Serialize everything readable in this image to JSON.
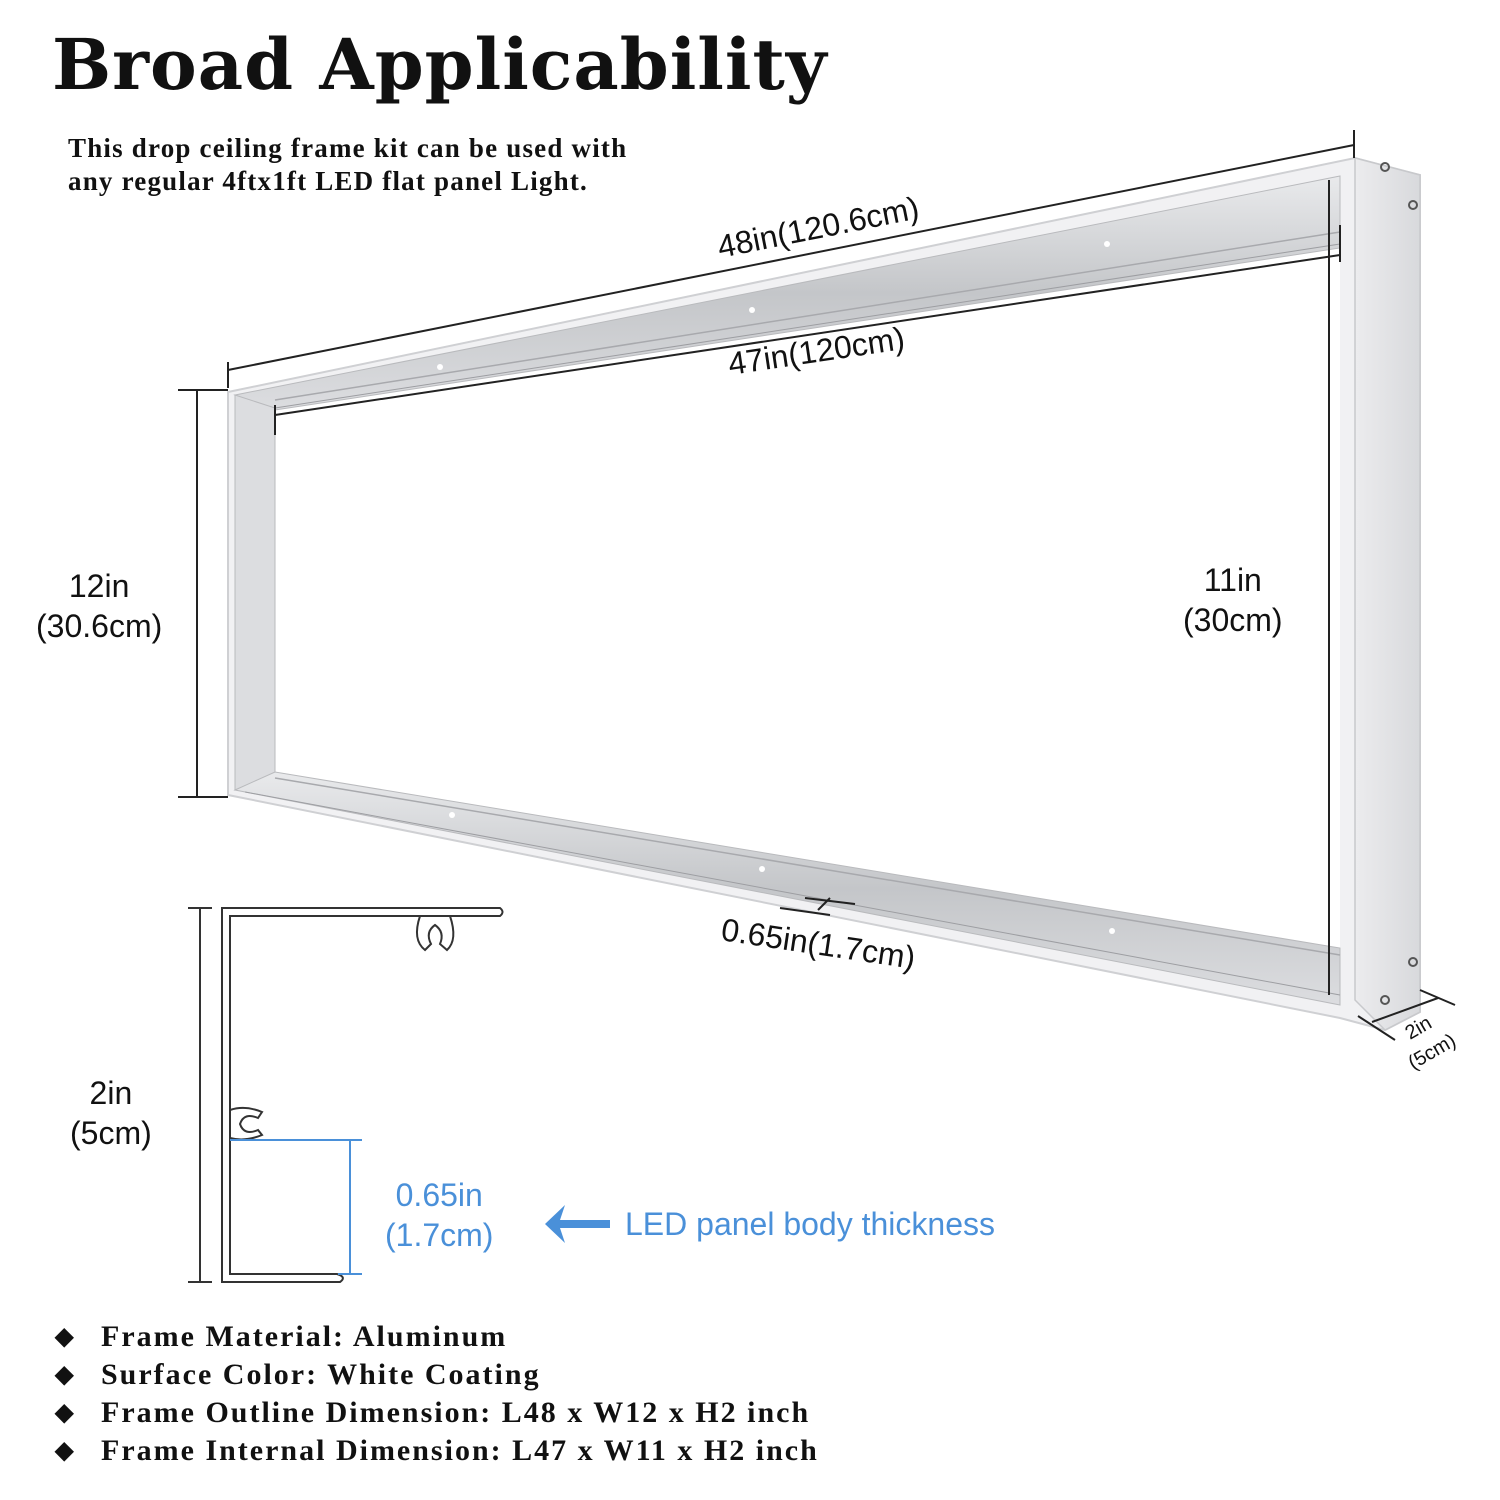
{
  "header": {
    "title": "Broad Applicability",
    "subtitle_lines": [
      "This drop ceiling frame kit can be used with",
      "any regular 4ftx1ft LED flat panel Light."
    ]
  },
  "diagram": {
    "outer_length": "48in(120.6cm)",
    "inner_length": "47in(120cm)",
    "outer_width": {
      "line1": "12in",
      "line2": "(30.6cm)"
    },
    "inner_width": {
      "line1": "11in",
      "line2": "(30cm)"
    },
    "lip_depth": "0.65in(1.7cm)",
    "frame_height": {
      "line1": "2in",
      "line2": "(5cm)"
    }
  },
  "profile": {
    "height": {
      "line1": "2in",
      "line2": "(5cm)"
    },
    "panel_thickness": {
      "line1": "0.65in",
      "line2": "(1.7cm)"
    },
    "callout": "LED panel body thickness",
    "accent_color": "#4a90d9"
  },
  "specs": [
    {
      "icon": "diamond-bullet",
      "text": "Frame Material: Aluminum"
    },
    {
      "icon": "diamond-bullet",
      "text": "Surface Color: White Coating"
    },
    {
      "icon": "diamond-bullet",
      "text": "Frame Outline Dimension: L48 x W12 x H2 inch"
    },
    {
      "icon": "diamond-bullet",
      "text": "Frame Internal Dimension: L47 x W11 x H2 inch"
    }
  ]
}
